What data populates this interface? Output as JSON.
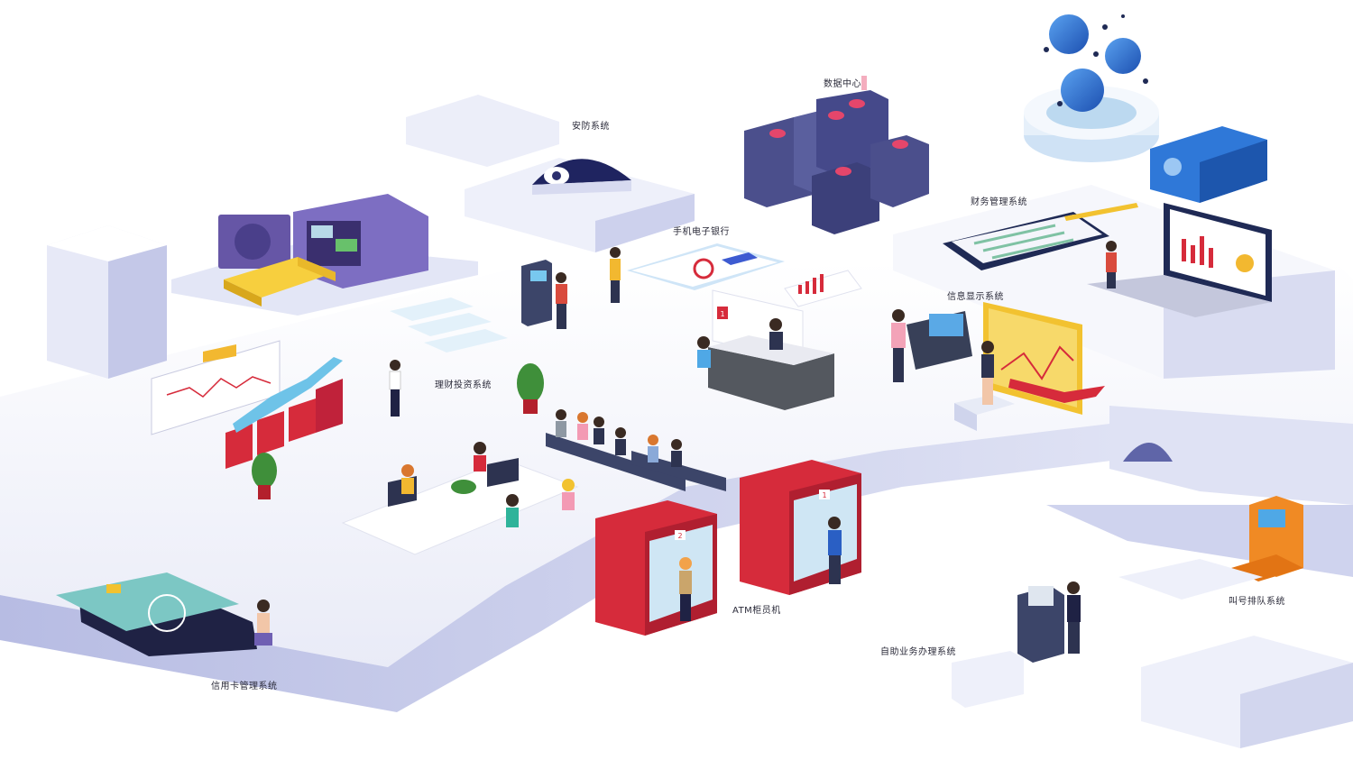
{
  "labels": {
    "security": "安防系统",
    "data_center": "数据中心",
    "mobile_banking": "手机电子银行",
    "finance_mgmt": "财务管理系统",
    "info_display": "信息显示系统",
    "wealth_invest": "理财投资系统",
    "atm_teller": "ATM柜员机",
    "queue_system": "叫号排队系统",
    "self_service": "自助业务办理系统",
    "credit_card": "信用卡管理系统"
  },
  "window_numbers": {
    "atm_left": "2",
    "atm_right": "1",
    "counter": "1"
  },
  "colors": {
    "platform": "#eef0fa",
    "platform_side": "#c9cdea",
    "accent_red": "#d62b3b",
    "server_blue": "#4b4f8c",
    "gold": "#f2c230",
    "purple": "#6f5fb3"
  }
}
